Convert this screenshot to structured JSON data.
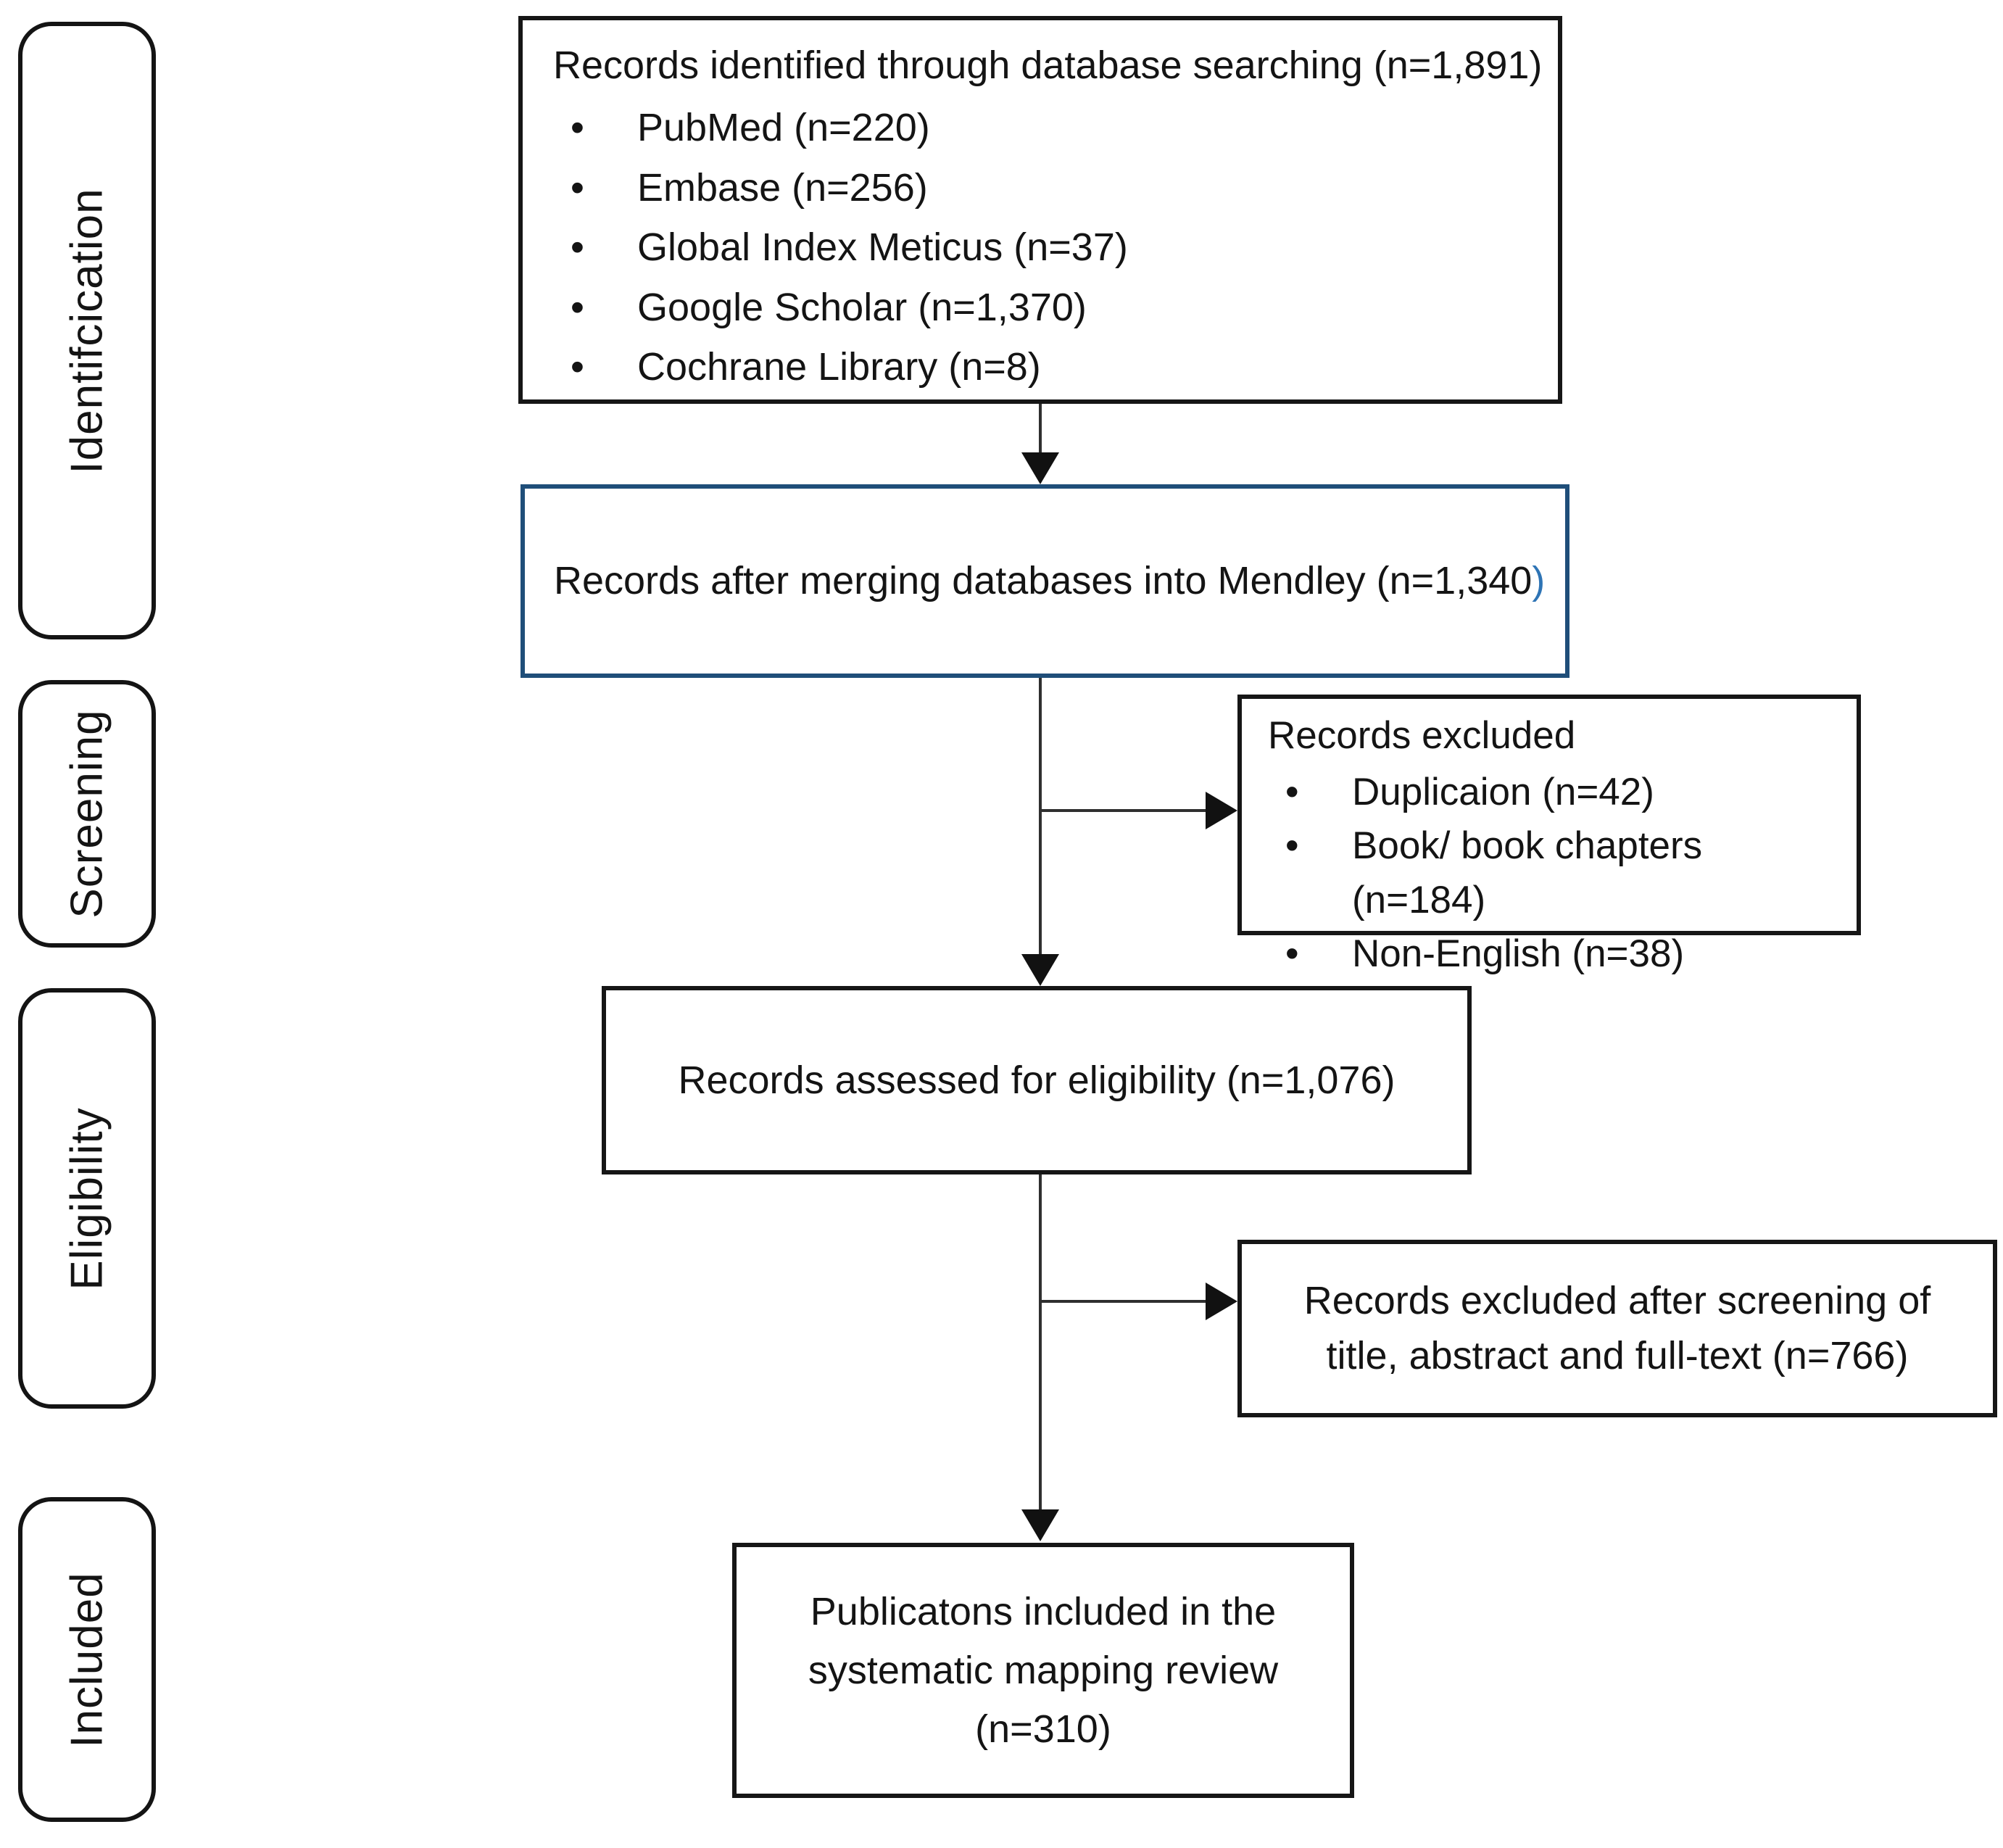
{
  "colors": {
    "box_border": "#161616",
    "merged_box_border": "#1f4e79",
    "closing_paren_accent": "#2e74b5",
    "connector_line": "#2f2f2f",
    "text": "#141414",
    "background": "#ffffff"
  },
  "stages": [
    {
      "label": "Identifcication"
    },
    {
      "label": "Screening"
    },
    {
      "label": "Eligibility"
    },
    {
      "label": "Included"
    }
  ],
  "flow": {
    "identified": {
      "title": "Records identified through database searching (n=1,891)",
      "items": [
        "PubMed (n=220)",
        "Embase (n=256)",
        "Global Index Meticus (n=37)",
        "Google Scholar (n=1,370)",
        "Cochrane Library (n=8)"
      ]
    },
    "merged": {
      "text": "Records after merging databases into Mendley (n=1,340",
      "closing_paren": ")"
    },
    "excluded_screening": {
      "title": "Records excluded",
      "items": [
        "Duplicaion (n=42)",
        "Book/ book chapters (n=184)",
        "Non-English (n=38)"
      ]
    },
    "assessed": {
      "text": "Records assessed for eligibility (n=1,076)"
    },
    "excluded_eligibility": {
      "line1": "Records excluded after screening of",
      "line2": "title, abstract and full-text (n=766)"
    },
    "included": {
      "line1": "Publicatons included in the",
      "line2": "systematic mapping review",
      "line3": "(n=310)"
    }
  }
}
